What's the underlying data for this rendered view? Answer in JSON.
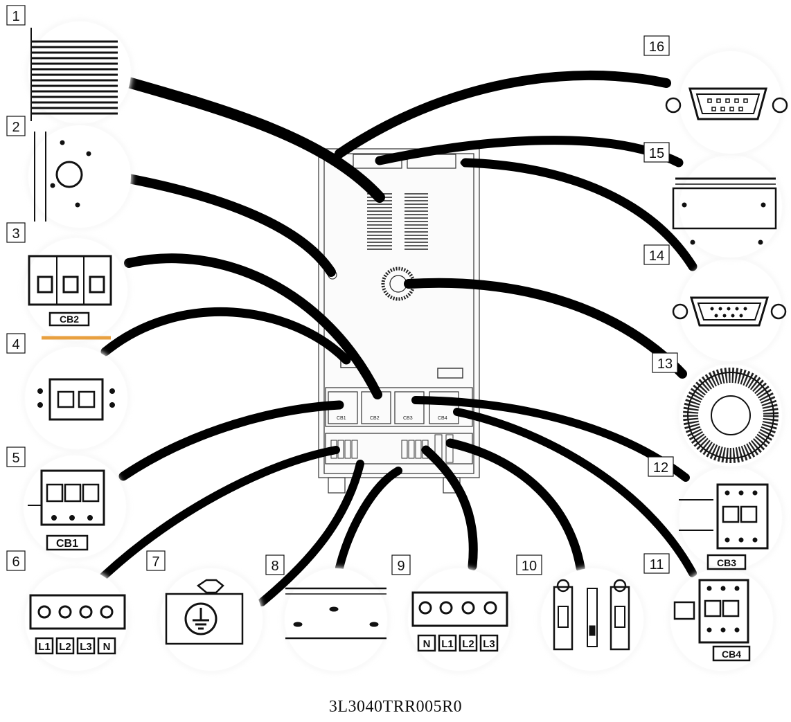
{
  "callouts": [
    {
      "id": "1",
      "label": "1",
      "part": "vent-grille"
    },
    {
      "id": "2",
      "label": "2",
      "part": "round-port"
    },
    {
      "id": "3",
      "label": "3",
      "part": "breaker",
      "tag": "CB2"
    },
    {
      "id": "4",
      "label": "4",
      "part": "small-switch"
    },
    {
      "id": "5",
      "label": "5",
      "part": "breaker",
      "tag": "CB1"
    },
    {
      "id": "6",
      "label": "6",
      "part": "terminal-block",
      "terminals": [
        "L1",
        "L2",
        "L3",
        "N"
      ]
    },
    {
      "id": "7",
      "label": "7",
      "part": "ground-terminal"
    },
    {
      "id": "8",
      "label": "8",
      "part": "base-plate"
    },
    {
      "id": "9",
      "label": "9",
      "part": "terminal-block",
      "terminals": [
        "N",
        "L1",
        "L2",
        "L3"
      ]
    },
    {
      "id": "10",
      "label": "10",
      "part": "fuse-holders"
    },
    {
      "id": "11",
      "label": "11",
      "part": "breaker",
      "tag": "CB4"
    },
    {
      "id": "12",
      "label": "12",
      "part": "breaker",
      "tag": "CB3"
    },
    {
      "id": "13",
      "label": "13",
      "part": "fan-grille"
    },
    {
      "id": "14",
      "label": "14",
      "part": "db9-port"
    },
    {
      "id": "15",
      "label": "15",
      "part": "blank-slot-cover"
    },
    {
      "id": "16",
      "label": "16",
      "part": "db9-port"
    }
  ],
  "cabinet_breaker_tags": [
    "CB1",
    "CB2",
    "CB3",
    "CB4"
  ],
  "drawing_code": "3L3040TRR005R0",
  "colors": {
    "line": "#111111",
    "accent": "#e8a040"
  }
}
